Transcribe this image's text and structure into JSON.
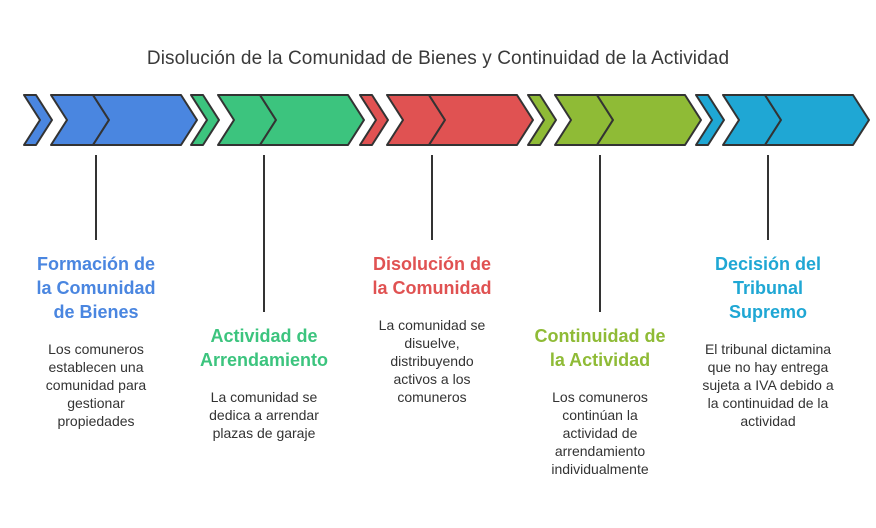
{
  "title": "Disolución de la Comunidad de Bienes y Continuidad de la Actividad",
  "steps": [
    {
      "color": "#4a86e0",
      "title_lines": [
        "Formación de",
        "la Comunidad",
        "de Bienes"
      ],
      "desc_lines": [
        "Los comuneros",
        "establecen una",
        "comunidad para",
        "gestionar",
        "propiedades"
      ]
    },
    {
      "color": "#3cc47e",
      "title_lines": [
        "Actividad de",
        "Arrendamiento"
      ],
      "desc_lines": [
        "La comunidad se",
        "dedica a arrendar",
        "plazas de garaje"
      ]
    },
    {
      "color": "#e05252",
      "title_lines": [
        "Disolución de",
        "la Comunidad"
      ],
      "desc_lines": [
        "La comunidad se",
        "disuelve,",
        "distribuyendo",
        "activos a los",
        "comuneros"
      ]
    },
    {
      "color": "#8fbb36",
      "title_lines": [
        "Continuidad de",
        "la Actividad"
      ],
      "desc_lines": [
        "Los comuneros",
        "continúan la",
        "actividad de",
        "arrendamiento",
        "individualmente"
      ]
    },
    {
      "color": "#1fa7d4",
      "title_lines": [
        "Decisión del",
        "Tribunal",
        "Supremo"
      ],
      "desc_lines": [
        "El tribunal dictamina",
        "que no hay entrega",
        "sujeta a IVA debido a",
        "la continuidad de la",
        "actividad"
      ]
    }
  ]
}
